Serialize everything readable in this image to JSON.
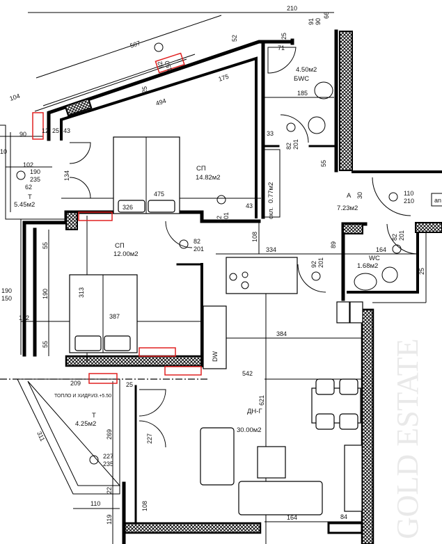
{
  "rooms": {
    "bedroom1": {
      "name": "СП",
      "area": "14.82м2"
    },
    "bedroom2": {
      "name": "СП",
      "area": "12.00м2"
    },
    "terrace_top": {
      "name": "Т",
      "area": "5.45м2"
    },
    "bathroom": {
      "name": "БWC",
      "area": "4.50м2"
    },
    "storage": {
      "name": "скл.",
      "area": "0.77м2"
    },
    "hall": {
      "name": "А",
      "area": "7.23м2"
    },
    "wc": {
      "name": "WC",
      "area": "1.68м2"
    },
    "living": {
      "name": "ДН-Г",
      "area": "30.00м2"
    },
    "terrace_bottom": {
      "name": "Т",
      "area": "4.25м2"
    }
  },
  "notes": {
    "insulation": "ТОПЛО И ХИДР.ИЗ.+5.50",
    "dishwasher": "DW",
    "cut_label": "an"
  },
  "doors": {
    "d1": {
      "w": "82",
      "h": "201"
    },
    "d2": {
      "w": "82",
      "h": "201"
    },
    "d3": {
      "w": "82",
      "h": "201"
    },
    "d4": {
      "w": "92",
      "h": "201"
    },
    "d5": {
      "w": "82",
      "h": "201"
    },
    "entrance": {
      "w": "110",
      "h": "210"
    },
    "window_top": {
      "w": "82",
      "h": "150"
    }
  },
  "windows": {
    "w1": {
      "w": "190",
      "h": "235"
    },
    "w2": {
      "w": "190",
      "h": "150"
    },
    "w3": {
      "w": "227",
      "h": "235"
    }
  },
  "dimensions": {
    "d507": "507",
    "d104": "104",
    "d175": "175",
    "d494": "494",
    "d25a": "25",
    "d90": "90",
    "d12": "12",
    "d25b": "25",
    "d43a": "43",
    "d10": "10",
    "d102": "102",
    "d62": "62",
    "d134": "134",
    "d475": "475",
    "d326": "326",
    "d43b": "43",
    "d210": "210",
    "d91": "91",
    "d90b": "90",
    "d66": "66",
    "d52": "52",
    "d25c": "25",
    "d71": "71",
    "d185": "185",
    "d33": "33",
    "d55a": "55",
    "d30": "30",
    "d108a": "108",
    "d334": "334",
    "d89": "89",
    "d164a": "164",
    "d25d": "25",
    "d55b": "55",
    "d190": "190",
    "d313": "313",
    "d387": "387",
    "d122": "122",
    "d55c": "55",
    "d384": "384",
    "d542": "542",
    "d209": "209",
    "d25e": "25",
    "d621": "621",
    "d269": "269",
    "d311": "311",
    "d227": "227",
    "d22": "22",
    "d110": "110",
    "d119": "119",
    "d108b": "108",
    "d164b": "164",
    "d84": "84"
  },
  "watermark": "GOLD ESTATE"
}
